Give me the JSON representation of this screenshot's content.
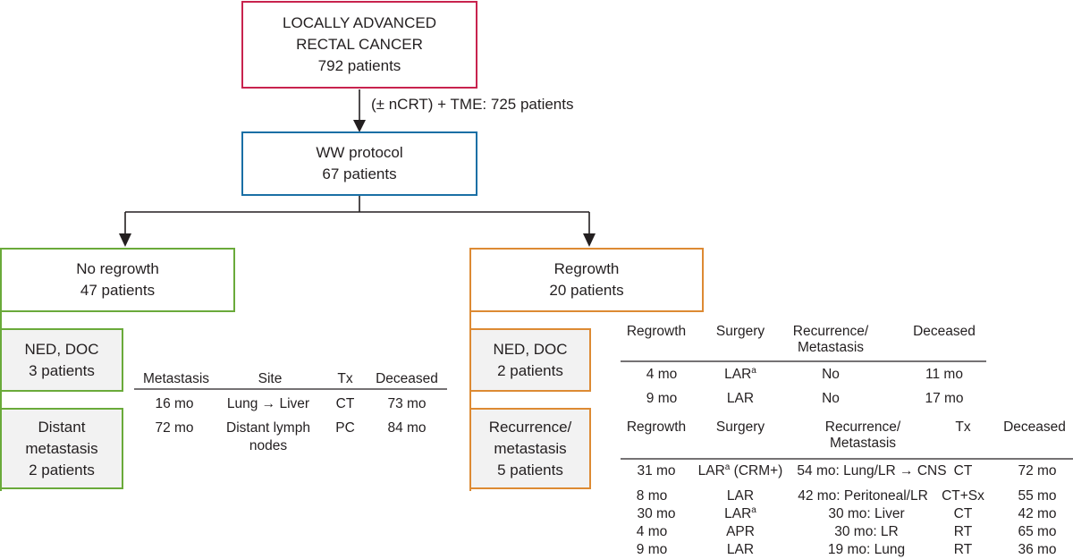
{
  "colors": {
    "top": "#c8234e",
    "ww": "#1a6fa5",
    "green": "#6aaa3a",
    "orange": "#dd8a33",
    "line": "#231f20",
    "gray_fill": "#f2f2f2"
  },
  "top_box": {
    "line1": "LOCALLY ADVANCED",
    "line2": "RECTAL CANCER",
    "line3": "792 patients"
  },
  "arrow_label": "(± nCRT) + TME: 725 patients",
  "ww_box": {
    "line1": "WW protocol",
    "line2": "67 patients"
  },
  "no_regrowth": {
    "title": "No regrowth",
    "count": "47 patients",
    "ned": {
      "line1": "NED, DOC",
      "line2": "3 patients"
    },
    "distant": {
      "line1": "Distant",
      "line2": "metastasis",
      "line3": "2 patients"
    },
    "table": {
      "headers": [
        "Metastasis",
        "Site",
        "Tx",
        "Deceased"
      ],
      "rows": [
        [
          "16 mo",
          "Lung → Liver",
          "CT",
          "73 mo"
        ],
        [
          "72 mo",
          "Distant lymph",
          "PC",
          "84 mo"
        ]
      ],
      "row2_site_line2": "nodes"
    }
  },
  "regrowth": {
    "title": "Regrowth",
    "count": "20 patients",
    "ned": {
      "line1": "NED, DOC",
      "line2": "2 patients"
    },
    "recurrence": {
      "line1": "Recurrence/",
      "line2": "metastasis",
      "line3": "5 patients"
    },
    "table1": {
      "headers": [
        "Regrowth",
        "Surgery",
        "Recurrence/",
        "Deceased"
      ],
      "header3_line2": "Metastasis",
      "rows": [
        [
          "4 mo",
          "LAR",
          "No",
          "11 mo"
        ],
        [
          "9 mo",
          "LAR",
          "No",
          "17 mo"
        ]
      ]
    },
    "table2": {
      "headers": [
        "Regrowth",
        "Surgery",
        "Recurrence/",
        "Tx",
        "Deceased"
      ],
      "header3_line2": "Metastasis",
      "rows": [
        [
          "31 mo",
          "LAR",
          "54 mo: Lung/LR → CNS",
          "CT",
          "72 mo"
        ],
        [
          "8 mo",
          "LAR",
          "42 mo: Peritoneal/LR",
          "CT+Sx",
          "55 mo"
        ],
        [
          "30 mo",
          "LAR",
          "30 mo: Liver",
          "CT",
          "42 mo"
        ],
        [
          "4 mo",
          "APR",
          "30 mo: LR",
          "RT",
          "65 mo"
        ],
        [
          "9 mo",
          "LAR",
          "19 mo: Lung",
          "RT",
          "36 mo"
        ]
      ],
      "row1_surgery_suffix": " (CRM+)"
    },
    "footnote_marker": "a"
  }
}
